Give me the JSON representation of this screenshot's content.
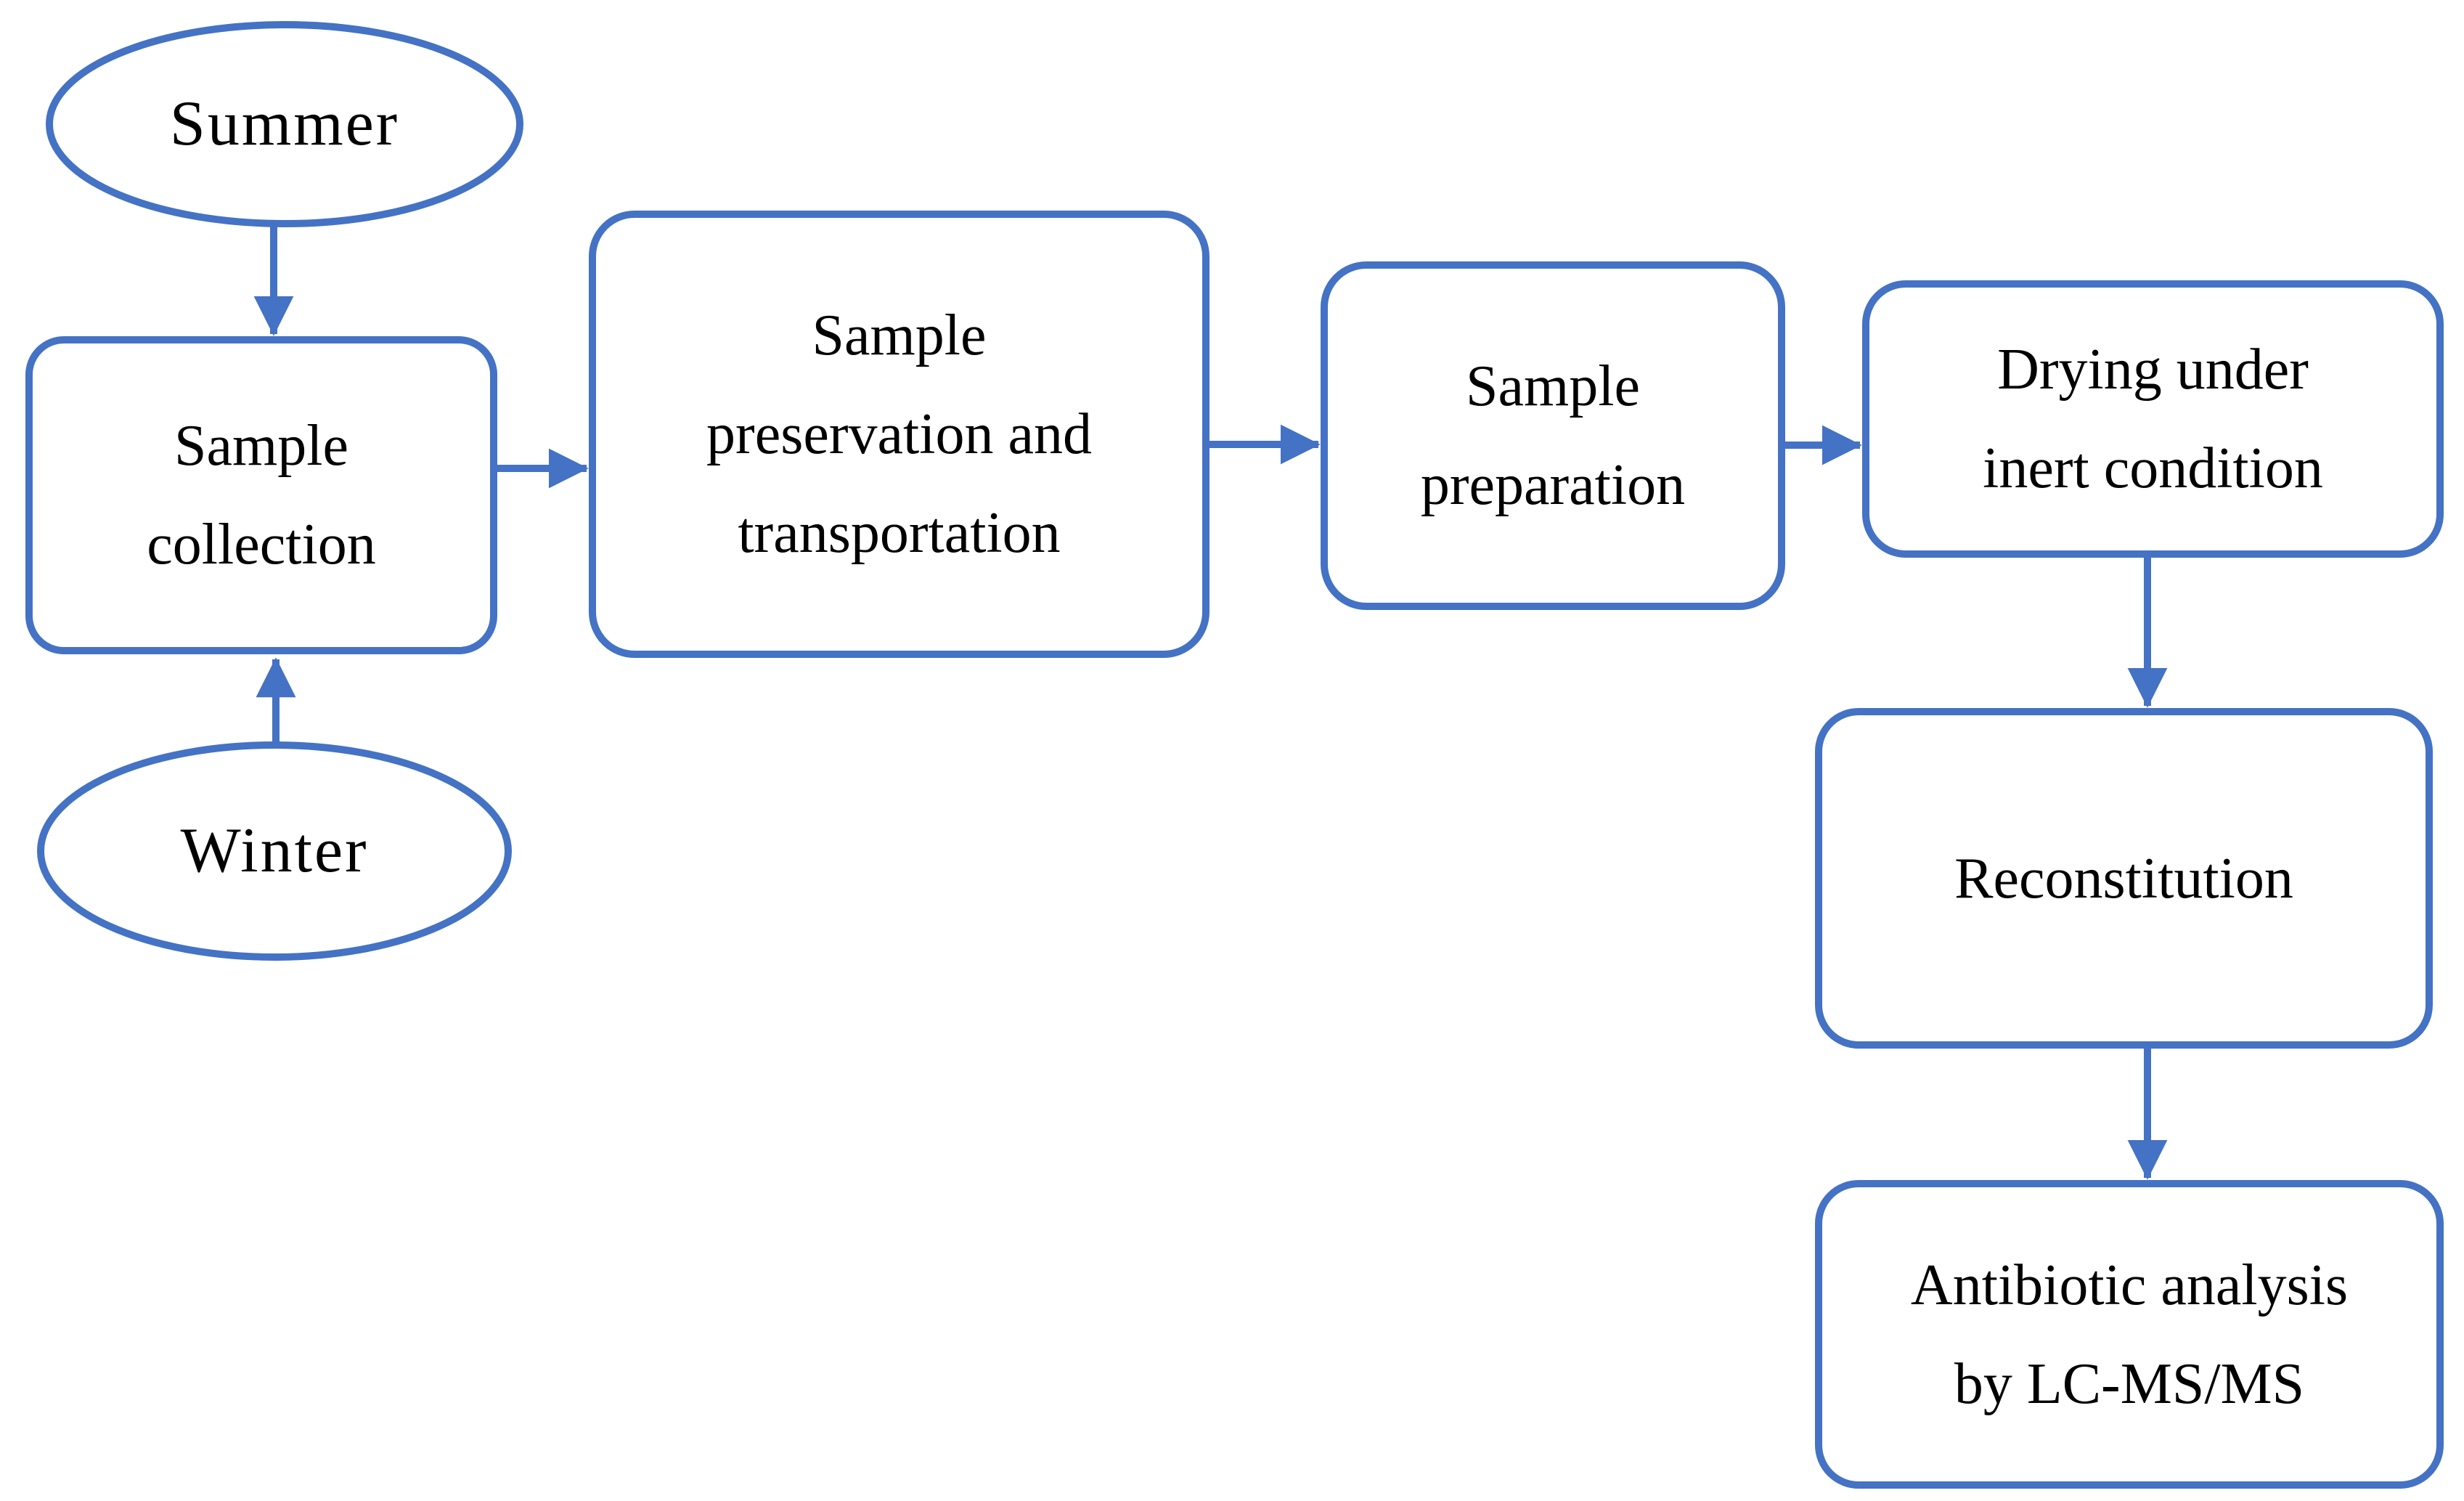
{
  "diagram": {
    "title": "Antibiotic analysis workflow flowchart",
    "colors": {
      "accent": "#4472C4",
      "text": "#000000",
      "background": "#FFFFFF"
    },
    "nodes": {
      "summer": {
        "shape": "ellipse",
        "label": "Summer"
      },
      "winter": {
        "shape": "ellipse",
        "label": "Winter"
      },
      "sample_collection": {
        "shape": "rounded-rect",
        "lines": [
          "Sample",
          "collection"
        ]
      },
      "sample_preservation": {
        "shape": "rounded-rect",
        "lines": [
          "Sample",
          "preservation and",
          "transportation"
        ]
      },
      "sample_preparation": {
        "shape": "rounded-rect",
        "lines": [
          "Sample",
          "preparation"
        ]
      },
      "drying": {
        "shape": "rounded-rect",
        "lines": [
          "Drying under",
          "inert condition"
        ]
      },
      "reconstitution": {
        "shape": "rounded-rect",
        "lines": [
          "Reconstitution"
        ]
      },
      "antibiotic_analysis": {
        "shape": "rounded-rect",
        "lines": [
          "Antibiotic analysis",
          "by LC-MS/MS"
        ]
      }
    },
    "edges": [
      {
        "from": "summer",
        "to": "sample_collection",
        "direction": "down"
      },
      {
        "from": "winter",
        "to": "sample_collection",
        "direction": "up"
      },
      {
        "from": "sample_collection",
        "to": "sample_preservation",
        "direction": "right"
      },
      {
        "from": "sample_preservation",
        "to": "sample_preparation",
        "direction": "right"
      },
      {
        "from": "sample_preparation",
        "to": "drying",
        "direction": "right"
      },
      {
        "from": "drying",
        "to": "reconstitution",
        "direction": "down"
      },
      {
        "from": "reconstitution",
        "to": "antibiotic_analysis",
        "direction": "down"
      }
    ]
  }
}
